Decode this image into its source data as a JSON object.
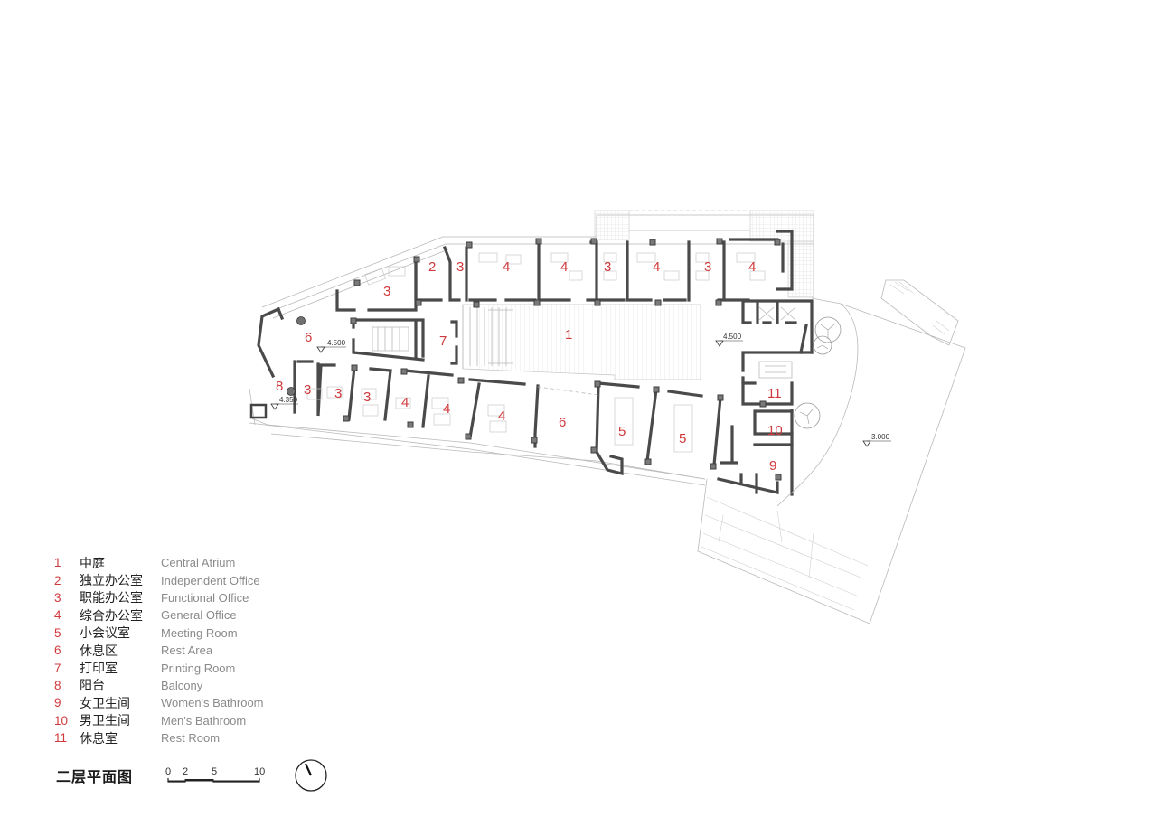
{
  "drawing": {
    "title": "二层平面图",
    "scale_bar": {
      "ticks": [
        "0",
        "2",
        "5",
        "10"
      ],
      "unit": "m"
    },
    "north_arrow": "north-arrow-icon"
  },
  "legend": [
    {
      "num": "1",
      "zh": "中庭",
      "en": "Central Atrium"
    },
    {
      "num": "2",
      "zh": "独立办公室",
      "en": "Independent Office"
    },
    {
      "num": "3",
      "zh": "职能办公室",
      "en": "Functional Office"
    },
    {
      "num": "4",
      "zh": "综合办公室",
      "en": "General Office"
    },
    {
      "num": "5",
      "zh": "小会议室",
      "en": "Meeting Room"
    },
    {
      "num": "6",
      "zh": "休息区",
      "en": "Rest Area"
    },
    {
      "num": "7",
      "zh": "打印室",
      "en": "Printing Room"
    },
    {
      "num": "8",
      "zh": "阳台",
      "en": "Balcony"
    },
    {
      "num": "9",
      "zh": "女卫生间",
      "en": "Women's Bathroom"
    },
    {
      "num": "10",
      "zh": "男卫生间",
      "en": "Men's Bathroom"
    },
    {
      "num": "11",
      "zh": "休息室",
      "en": "Rest Room"
    }
  ],
  "plan_labels": {
    "north_row": [
      "3",
      "2",
      "3",
      "4",
      "4",
      "3",
      "4",
      "3",
      "4"
    ],
    "atrium": "1",
    "west_rest": "6",
    "printing": "7",
    "balcony": "8",
    "south_row": [
      "3",
      "3",
      "3",
      "4",
      "4",
      "4"
    ],
    "south_rest": "6",
    "meeting": [
      "5",
      "5"
    ],
    "rest_room": "11",
    "mens": "10",
    "womens": "9"
  },
  "elevations": {
    "west": "4.500",
    "east": "4.500",
    "balcony": "4.350",
    "terrace": "3.000"
  }
}
